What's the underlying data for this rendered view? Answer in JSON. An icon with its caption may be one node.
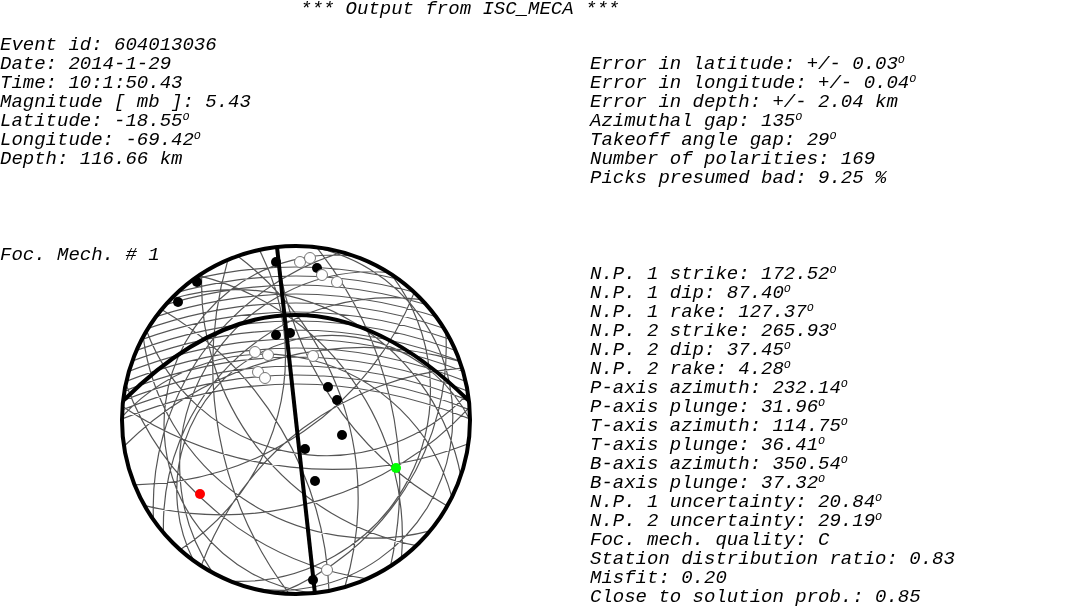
{
  "diagram": {
    "title": "*** Output from ISC_MECA ***",
    "labels": [
      "Event id: 604013036",
      "Date: 2014-1-29",
      "Time: 10:1:50.43",
      "Magnitude [ mb ]: 5.43",
      "Latitude: -18.55$^{o}$",
      "Longitude: -69.42$^{o}$",
      "Depth: 116.66 km",
      "Error in latitude: +/- 0.03$^{o}$",
      "Error in longitude: +/- 0.04$^{o}$",
      "Error in depth: +/- 2.04 km",
      "Azimuthal gap: 135$^{o}$",
      "Takeoff angle gap: 29$^{o}$",
      "Number of polarities: 169",
      "Picks presumed bad: 9.25 %",
      "Foc. Mech. # 1",
      "N.P. 1 strike: 172.52$^{o}$",
      "N.P. 1 dip: 87.40$^{o}$",
      "N.P. 1 rake: 127.37$^{o}$",
      "N.P. 2 strike: 265.93$^{o}$",
      "N.P. 2 dip: 37.45$^{o}$",
      "N.P. 2 rake: 4.28$^{o}$",
      "P-axis azimuth: 232.14$^{o}$",
      "P-axis plunge: 31.96$^{o}$",
      "T-axis azimuth: 114.75$^{o}$",
      "T-axis plunge: 36.41$^{o}$",
      "B-axis azimuth: 350.54$^{o}$",
      "B-axis plunge: 37.32$^{o}$",
      "N.P. 1 uncertainty: 20.84$^{o}$",
      "N.P. 2 uncertainty: 29.19$^{o}$",
      "Foc. mech. quality: C",
      "Station distribution ratio: 0.83",
      "Misfit: 0.20",
      "Close to solution prob.: 0.85"
    ]
  }
}
